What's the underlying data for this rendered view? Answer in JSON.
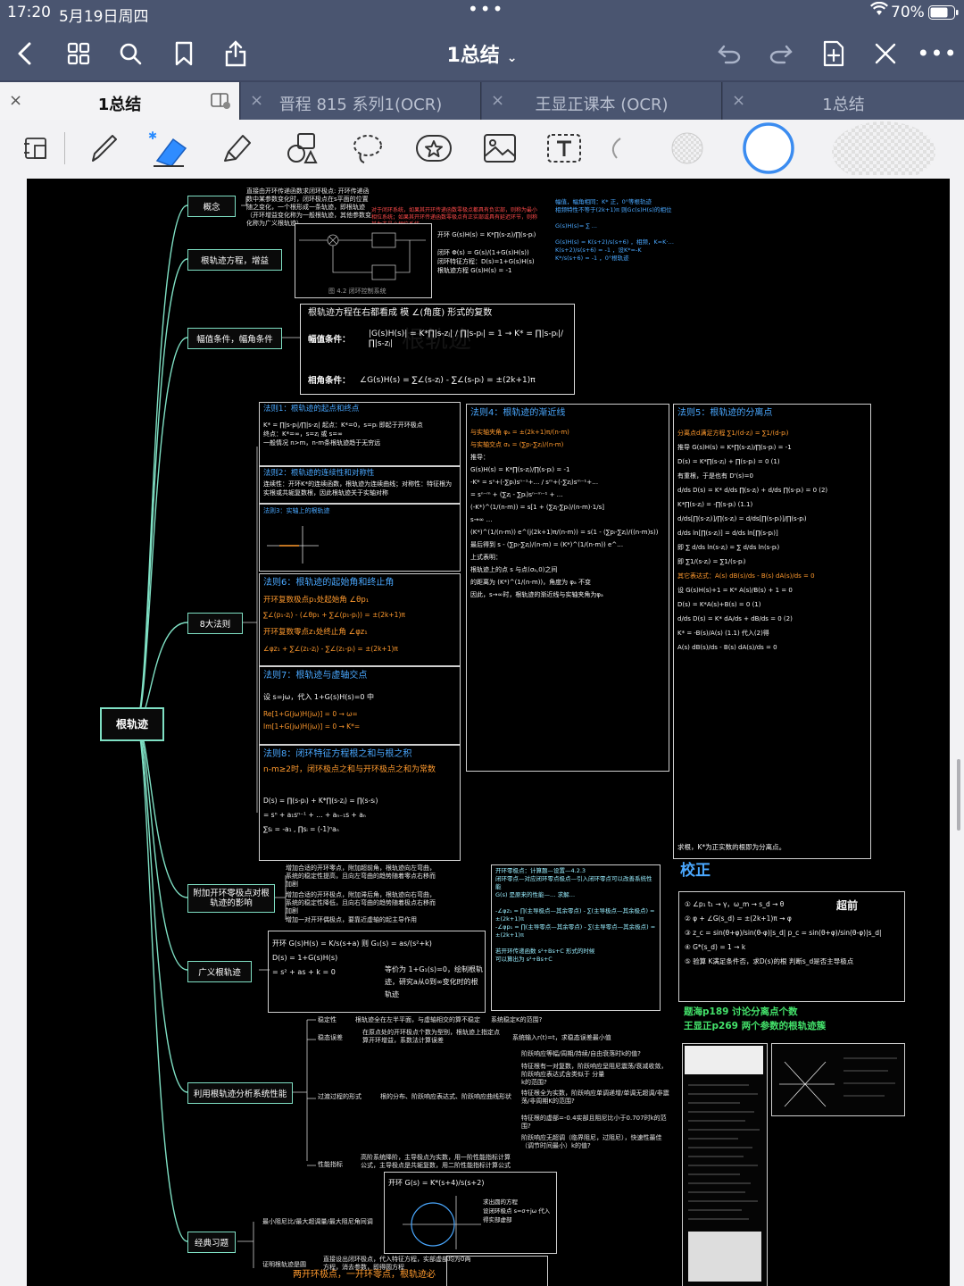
{
  "status_bar": {
    "time": "17:20",
    "date": "5月19日周四",
    "battery": "70%"
  },
  "nav": {
    "title": "1总结"
  },
  "tabs": [
    {
      "label": "1总结",
      "active": true
    },
    {
      "label": "晋程 815 系列1(OCR)",
      "active": false
    },
    {
      "label": "王显正课本 (OCR)",
      "active": false
    },
    {
      "label": "1总结",
      "active": false
    }
  ],
  "mindmap": {
    "root": "根轨迹",
    "branches": [
      "概念",
      "根轨迹方程，增益",
      "幅值条件，幅角条件",
      "8大法则",
      "附加开环零极点对根轨迹的影响",
      "广义根轨迹",
      "利用根轨迹分析系统性能",
      "经典习题"
    ]
  },
  "notes": {
    "concept": "直接由开环传递函数求闭环极点: 开环传递函数中某参数变化时，闭环极点在s平面的位置随之变化，一个根形成一条轨迹，即根轨迹（开环增益变化称为一般根轨迹，其他参数变化称为广义根轨迹）",
    "concept_red": "对于闭环系统，如果其开环传递函数零极点都具有负实部，则称为最小相位系统；如果其开环传递函数零极点有正实部或具有延迟环节，则称其为非最小相位系统。",
    "fig_caption": "图 4.2  闭环控制系统",
    "amp_title": "根轨迹方程在右都看成  模 ∠(角度) 形式的复数",
    "amp_cond": "幅值条件：",
    "angle_cond": "相角条件：",
    "rule1": "法则1：根轨迹的起点和终点",
    "rule2": "法则2：根轨迹的连续性和对称性",
    "rule2_text": "连续性：开环K*的连续函数，根轨迹为连续曲线；对称性：特征根为实根或共轭复数根，因此根轨迹关于实轴对称",
    "rule3": "法则3：实轴上的根轨迹",
    "rule4": "法则4：根轨迹的渐近线",
    "rule5": "法则5：根轨迹的分离点",
    "rule6": "法则6：根轨迹的起始角和终止角",
    "rule6_a": "开环复数极点p₁处起始角 ∠θp₁",
    "rule6_b": "开环复数零点z₁处终止角 ∠φz₁",
    "rule7": "法则7：根轨迹与虚轴交点",
    "rule7_text": "设 s=jω，代入 1+G(s)H(s)=0 中",
    "rule8": "法则8：闭环特征方程根之和与根之积",
    "rule8_text": "n-m≥2时，闭环极点之和与开环极点之和为常数",
    "rule5_end": "求根，K*为正实数的根即为分离点。",
    "add_zero_1": "增加合适的开环零点，附加超前角，根轨迹向左弯曲，系统的稳定性提高，且向左弯曲的趋势随着零点右移而加剧",
    "add_zero_2": "增加合适的开环极点，附加滞后角，根轨迹向右弯曲，系统的稳定性降低，且向右弯曲的趋势随着极点右移而加剧",
    "add_zero_3": "增加一对开环偶极点，要靠近虚轴的起主导作用",
    "general_text": "等价为 1+G₁(s)=0，绘制根轨迹，研究a从0到∞变化时的根轨迹",
    "perf_stability": "稳定性",
    "perf_stability_text": "根轨迹全在左半平面，与虚轴相交的算不稳定",
    "perf_stability_result": "系统稳定K的范围?",
    "perf_steady": "稳态误差",
    "perf_steady_text": "在原点处的开环极点个数为型别，根轨迹上指定点算开环增益，系数法计算误差",
    "perf_steady_result": "系统输入r(t)=t，求稳态误差最小值",
    "perf_transient": "过渡过程的形式",
    "perf_transient_text": "根的分布、阶跃响应表达式、阶跃响应曲线形状",
    "perf_index": "性能指标",
    "perf_index_text": "高阶系统降阶，主导极点为实数，用一阶性能指标计算公式，主导极点是共轭复数，用二阶性能指标计算公式",
    "perf_q1": "阶跃响应等幅/周期/持续/自由衰落时k的值?",
    "perf_q2": "特征根有一对复数，阶跃响应呈阻尼震荡/衰减收敛，阶跃响应表达式含类似于 分量",
    "perf_q3": "k的范围?",
    "perf_q4": "特征根全为实数，阶跃响应单调递增/单调无超调/非震荡/非周期K的范围?",
    "perf_q5": "特征根的虚部=-0.4实部且阻尼比小于0.707时k的范围?",
    "perf_q6": "阶跃响应无超调（临界阻尼，过阻尼），快速性最佳（调节时间最小）k的值?",
    "classic_1": "最小阻尼比/最大超调量/最大阻尼角同调",
    "classic_2": "证明根轨迹是圆",
    "classic_2_text": "直接设出闭环极点，代入特征方程，实部虚部均为0两方程，消去参数，即得圆方程",
    "classic_title": "两开环极点，一开环零点，根轨迹必",
    "jiaozheng": "校正",
    "chaoqian": "超前",
    "tihai": "题海p189 讨论分离点个数",
    "wangxianzheng": "王显正p269 两个参数的根轨迹簇"
  }
}
